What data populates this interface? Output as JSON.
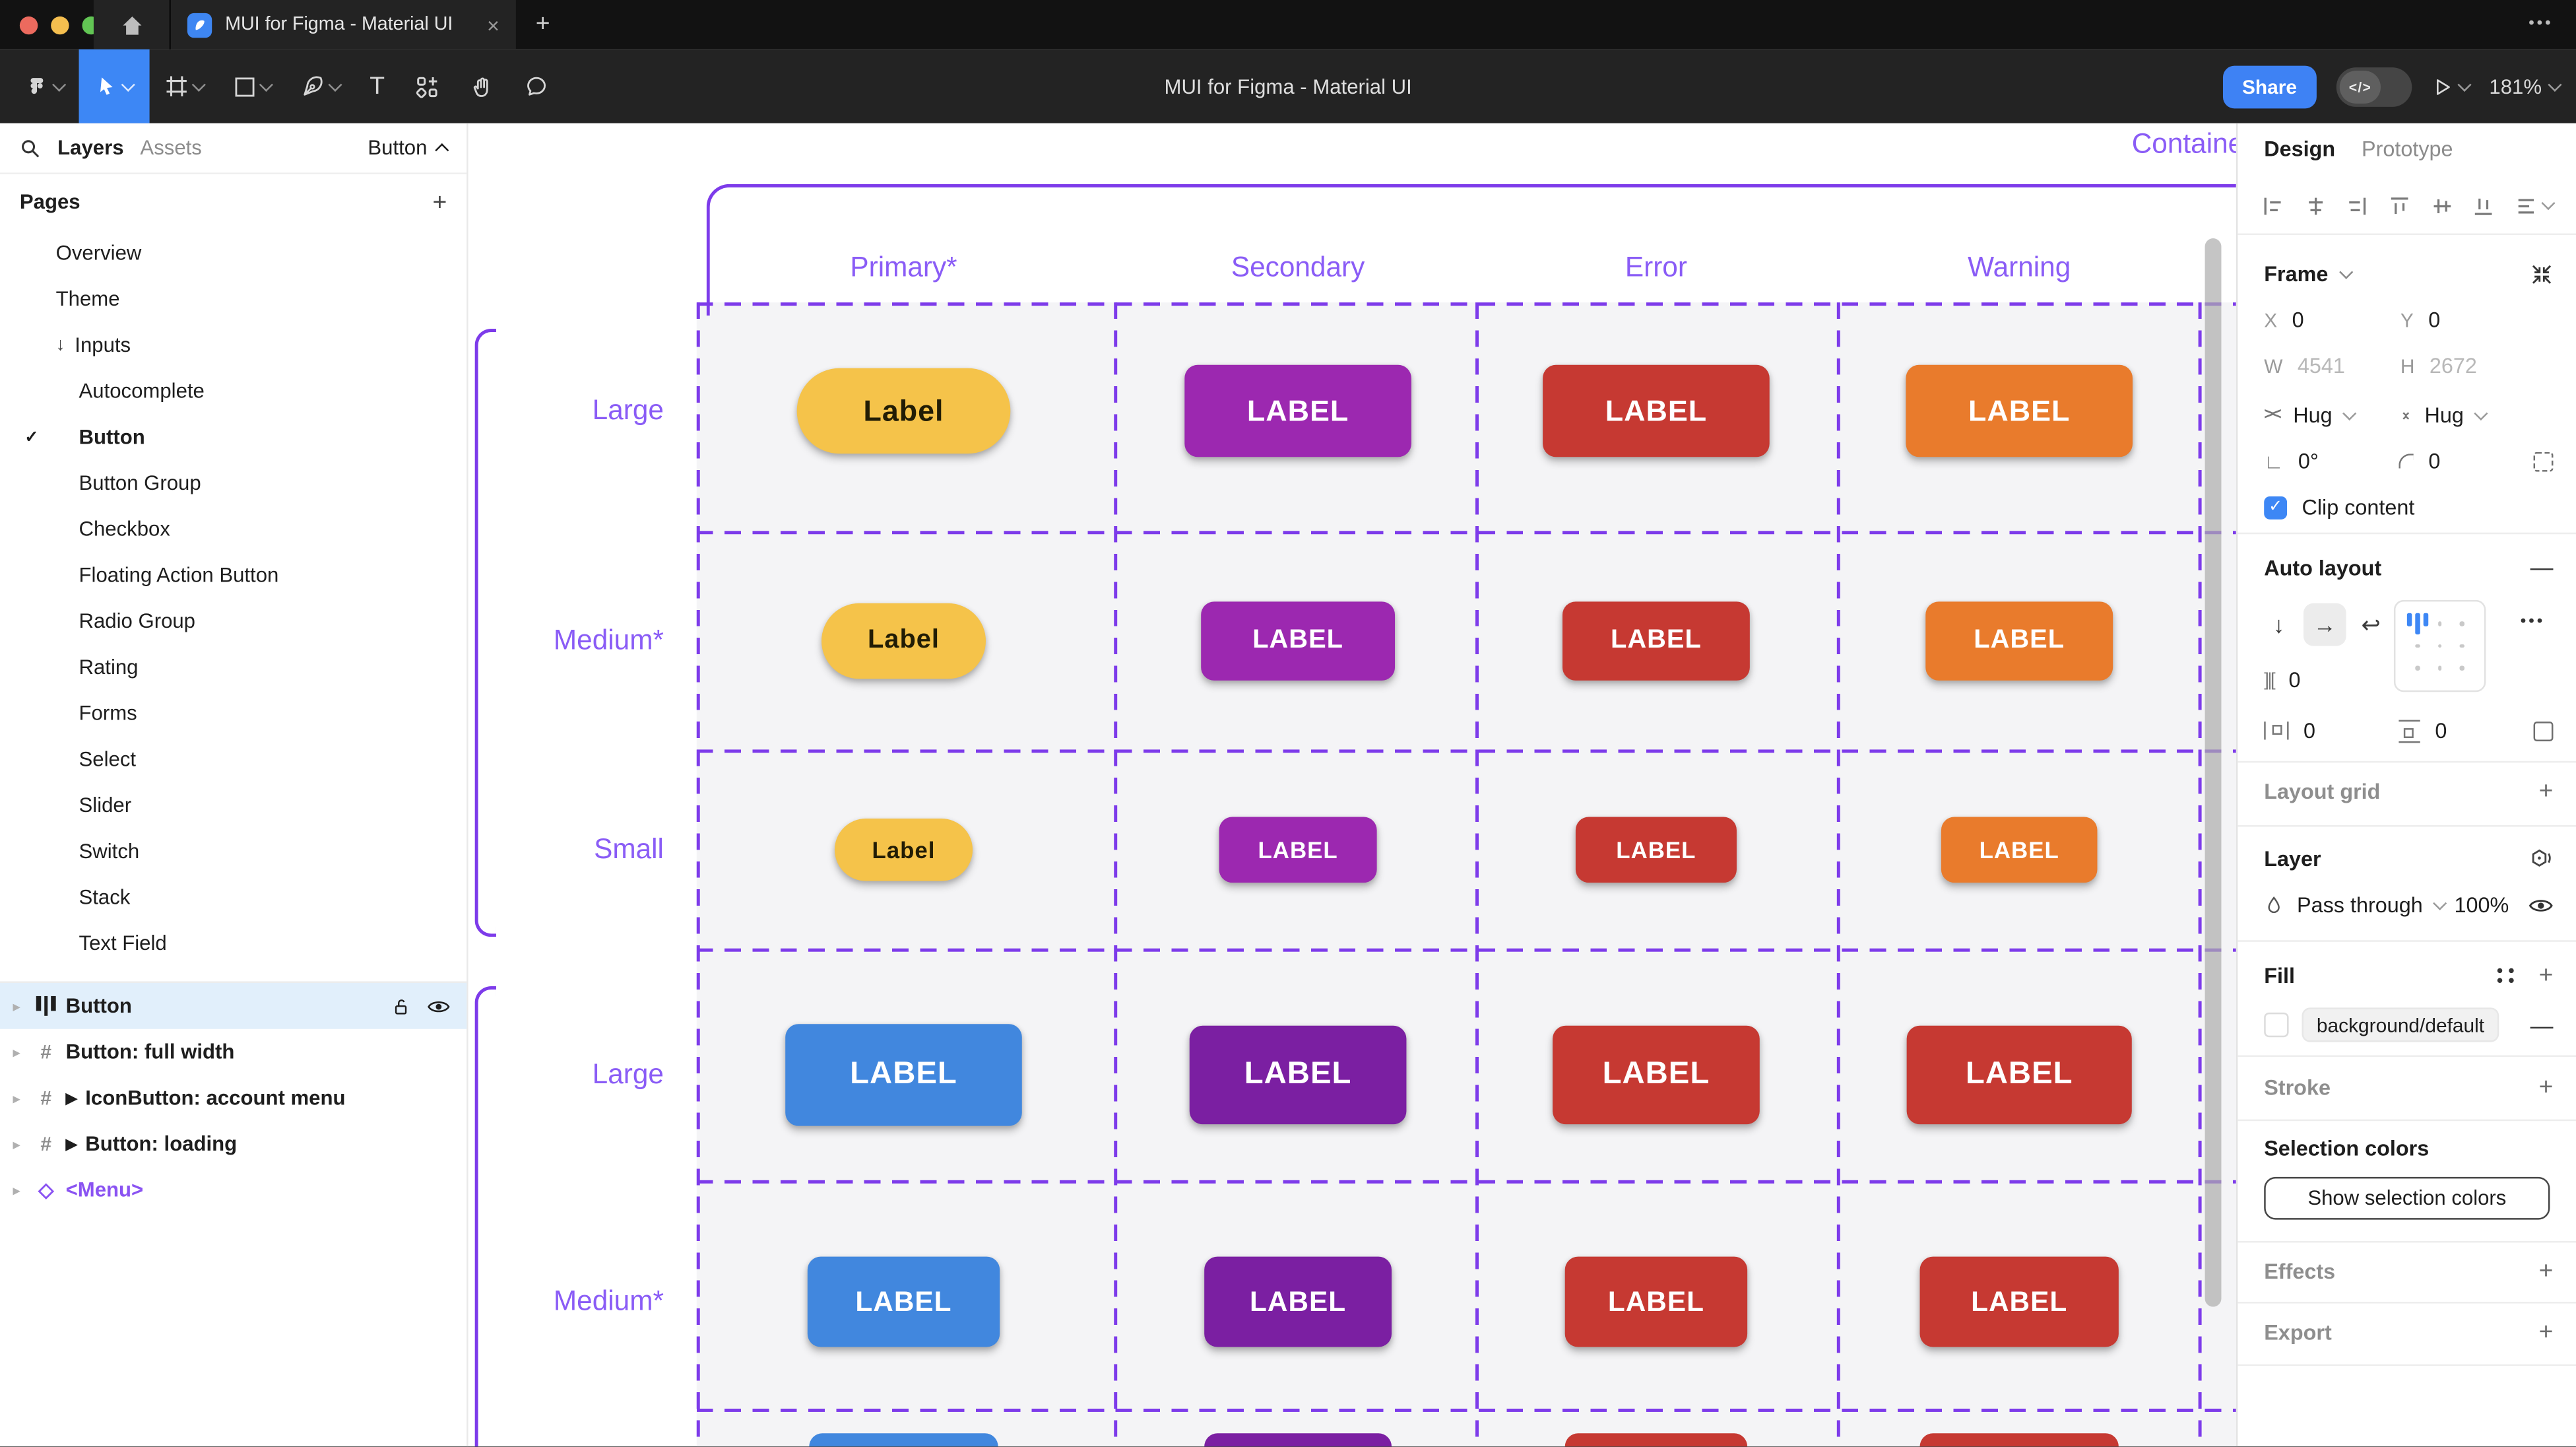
{
  "window": {
    "tab_title": "MUI for Figma - Material UI",
    "close_glyph": "×",
    "new_tab_glyph": "+",
    "overflow_glyph": "•••"
  },
  "toolbar": {
    "document_title": "MUI for Figma - Material UI",
    "share_label": "Share",
    "dev_toggle_glyph": "</>",
    "zoom_level": "181%",
    "text_tool_glyph": "T",
    "frame_tool_glyph": "#"
  },
  "sidebar": {
    "tabs": {
      "layers": "Layers",
      "assets": "Assets"
    },
    "page_selector": {
      "label": "Button"
    },
    "pages_header": {
      "label": "Pages",
      "add_glyph": "+"
    },
    "pages": [
      {
        "label": "Overview",
        "level": 0
      },
      {
        "label": "Theme",
        "level": 0
      },
      {
        "label": "Inputs",
        "level": 0,
        "prefix": "↓"
      },
      {
        "label": "Autocomplete",
        "level": 1
      },
      {
        "label": "Button",
        "level": 1,
        "active": true,
        "check": "✓"
      },
      {
        "label": "Button Group",
        "level": 1
      },
      {
        "label": "Checkbox",
        "level": 1
      },
      {
        "label": "Floating Action Button",
        "level": 1
      },
      {
        "label": "Radio Group",
        "level": 1
      },
      {
        "label": "Rating",
        "level": 1
      },
      {
        "label": "Forms",
        "level": 1
      },
      {
        "label": "Select",
        "level": 1
      },
      {
        "label": "Slider",
        "level": 1
      },
      {
        "label": "Switch",
        "level": 1
      },
      {
        "label": "Stack",
        "level": 1
      },
      {
        "label": "Text Field",
        "level": 1
      }
    ],
    "layers": [
      {
        "name": "Button",
        "icon": "autolayout",
        "selected": true
      },
      {
        "name": "Button: full width",
        "icon": "frame"
      },
      {
        "name": "IconButton: account menu",
        "icon": "frame",
        "prefix": "▶"
      },
      {
        "name": "Button: loading",
        "icon": "frame",
        "prefix": "▶"
      },
      {
        "name": "<Menu>",
        "icon": "instance",
        "purple": true,
        "diamond": "◇"
      }
    ],
    "caret_glyph": "▸"
  },
  "canvas": {
    "frame_title": "Contained",
    "accent_text": "#8A5CF6",
    "accent_line": "#7D3BEA",
    "columns": [
      "Primary*",
      "Secondary",
      "Error",
      "Warning"
    ],
    "rows": [
      {
        "size": "Large",
        "buttons": [
          {
            "label": "Label",
            "bg": "#F5C34A",
            "fg": "#221D05",
            "pill": true,
            "w": 130,
            "h": 52,
            "fs": 18
          },
          {
            "label": "LABEL",
            "bg": "#9C28B0",
            "fg": "#FFFFFF",
            "w": 138,
            "h": 56,
            "fs": 18
          },
          {
            "label": "LABEL",
            "bg": "#C63932",
            "fg": "#FFFFFF",
            "w": 138,
            "h": 56,
            "fs": 18
          },
          {
            "label": "LABEL",
            "bg": "#E97B2C",
            "fg": "#FFFFFF",
            "w": 138,
            "h": 56,
            "fs": 18
          }
        ]
      },
      {
        "size": "Medium*",
        "buttons": [
          {
            "label": "Label",
            "bg": "#F5C34A",
            "fg": "#221D05",
            "pill": true,
            "w": 100,
            "h": 46,
            "fs": 16
          },
          {
            "label": "LABEL",
            "bg": "#9C28B0",
            "fg": "#FFFFFF",
            "w": 118,
            "h": 48,
            "fs": 16
          },
          {
            "label": "LABEL",
            "bg": "#C63932",
            "fg": "#FFFFFF",
            "w": 114,
            "h": 48,
            "fs": 16
          },
          {
            "label": "LABEL",
            "bg": "#E97B2C",
            "fg": "#FFFFFF",
            "w": 114,
            "h": 48,
            "fs": 16
          }
        ]
      },
      {
        "size": "Small",
        "buttons": [
          {
            "label": "Label",
            "bg": "#F5C34A",
            "fg": "#221D05",
            "pill": true,
            "w": 84,
            "h": 38,
            "fs": 14
          },
          {
            "label": "LABEL",
            "bg": "#9C28B0",
            "fg": "#FFFFFF",
            "w": 96,
            "h": 40,
            "fs": 14
          },
          {
            "label": "LABEL",
            "bg": "#C63932",
            "fg": "#FFFFFF",
            "w": 98,
            "h": 40,
            "fs": 14
          },
          {
            "label": "LABEL",
            "bg": "#E97B2C",
            "fg": "#FFFFFF",
            "w": 95,
            "h": 40,
            "fs": 14
          }
        ]
      },
      {
        "size": "Large",
        "buttons": [
          {
            "label": "LABEL",
            "bg": "#4187DE",
            "fg": "#FFFFFF",
            "w": 144,
            "h": 62,
            "fs": 19
          },
          {
            "label": "LABEL",
            "bg": "#7B1FA2",
            "fg": "#FFFFFF",
            "w": 132,
            "h": 60,
            "fs": 19
          },
          {
            "label": "LABEL",
            "bg": "#C63932",
            "fg": "#FFFFFF",
            "w": 126,
            "h": 60,
            "fs": 19
          },
          {
            "label": "LABEL",
            "bg": "#C63932",
            "fg": "#FFFFFF",
            "w": 137,
            "h": 60,
            "fs": 19
          }
        ]
      },
      {
        "size": "Medium*",
        "buttons": [
          {
            "label": "LABEL",
            "bg": "#4187DE",
            "fg": "#FFFFFF",
            "w": 117,
            "h": 55,
            "fs": 17
          },
          {
            "label": "LABEL",
            "bg": "#7B1FA2",
            "fg": "#FFFFFF",
            "w": 114,
            "h": 55,
            "fs": 17
          },
          {
            "label": "LABEL",
            "bg": "#C63932",
            "fg": "#FFFFFF",
            "w": 111,
            "h": 55,
            "fs": 17
          },
          {
            "label": "LABEL",
            "bg": "#C63932",
            "fg": "#FFFFFF",
            "w": 121,
            "h": 55,
            "fs": 17
          }
        ]
      }
    ],
    "peek_row": [
      {
        "bg": "#4187DE",
        "w": 115
      },
      {
        "bg": "#7B1FA2",
        "w": 114
      },
      {
        "bg": "#C63932",
        "w": 111
      },
      {
        "bg": "#C63932",
        "w": 121
      }
    ]
  },
  "inspector": {
    "tabs": {
      "design": "Design",
      "prototype": "Prototype"
    },
    "frame": {
      "label": "Frame",
      "x_label": "X",
      "x": "0",
      "y_label": "Y",
      "y": "0",
      "w_label": "W",
      "w": "4541",
      "h_label": "H",
      "h": "2672",
      "h_sizing": "Hug",
      "v_sizing": "Hug",
      "rotation": "0°",
      "radius": "0",
      "clip_label": "Clip content",
      "clip_check": "✓"
    },
    "auto_layout": {
      "label": "Auto layout",
      "remove_glyph": "—",
      "more_glyph": "•••",
      "down_glyph": "↓",
      "right_glyph": "→",
      "wrap_glyph": "↩",
      "gap": "0",
      "pad_h": "0",
      "pad_v": "0"
    },
    "layout_grid": {
      "label": "Layout grid",
      "add_glyph": "+"
    },
    "layer": {
      "label": "Layer",
      "blend_mode": "Pass through",
      "opacity": "100%"
    },
    "fill": {
      "label": "Fill",
      "style_name": "background/default",
      "add_glyph": "+",
      "remove_glyph": "—"
    },
    "stroke": {
      "label": "Stroke",
      "add_glyph": "+"
    },
    "selection_colors": {
      "label": "Selection colors",
      "button_label": "Show selection colors"
    },
    "effects": {
      "label": "Effects",
      "add_glyph": "+"
    },
    "export": {
      "label": "Export",
      "add_glyph": "+"
    }
  }
}
